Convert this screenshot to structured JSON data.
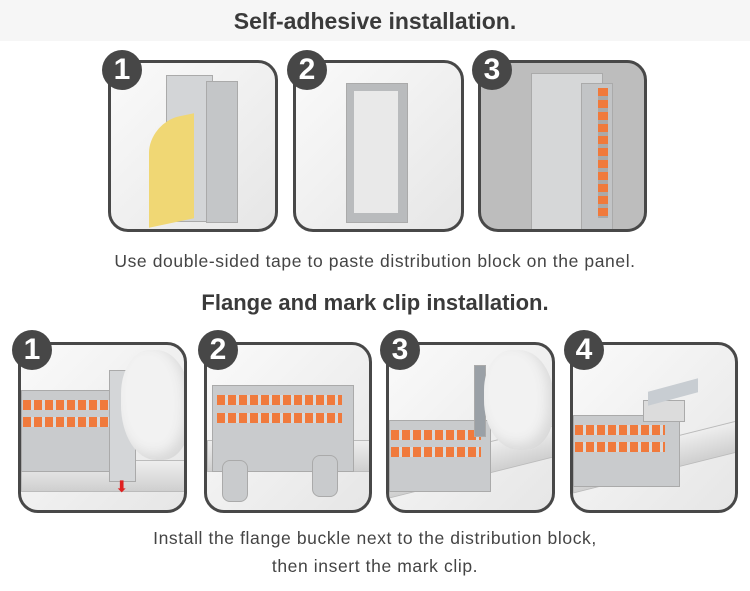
{
  "section1": {
    "title": "Self-adhesive installation.",
    "caption": "Use double-sided tape to paste distribution block on the panel.",
    "steps": [
      "1",
      "2",
      "3"
    ]
  },
  "section2": {
    "title": "Flange and mark clip installation.",
    "caption_line1": "Install the flange buckle next to the distribution block,",
    "caption_line2": "then insert the mark clip.",
    "steps": [
      "1",
      "2",
      "3",
      "4"
    ]
  },
  "colors": {
    "frame": "#484848",
    "accent": "#f07a3c",
    "arrow": "#e02020"
  }
}
